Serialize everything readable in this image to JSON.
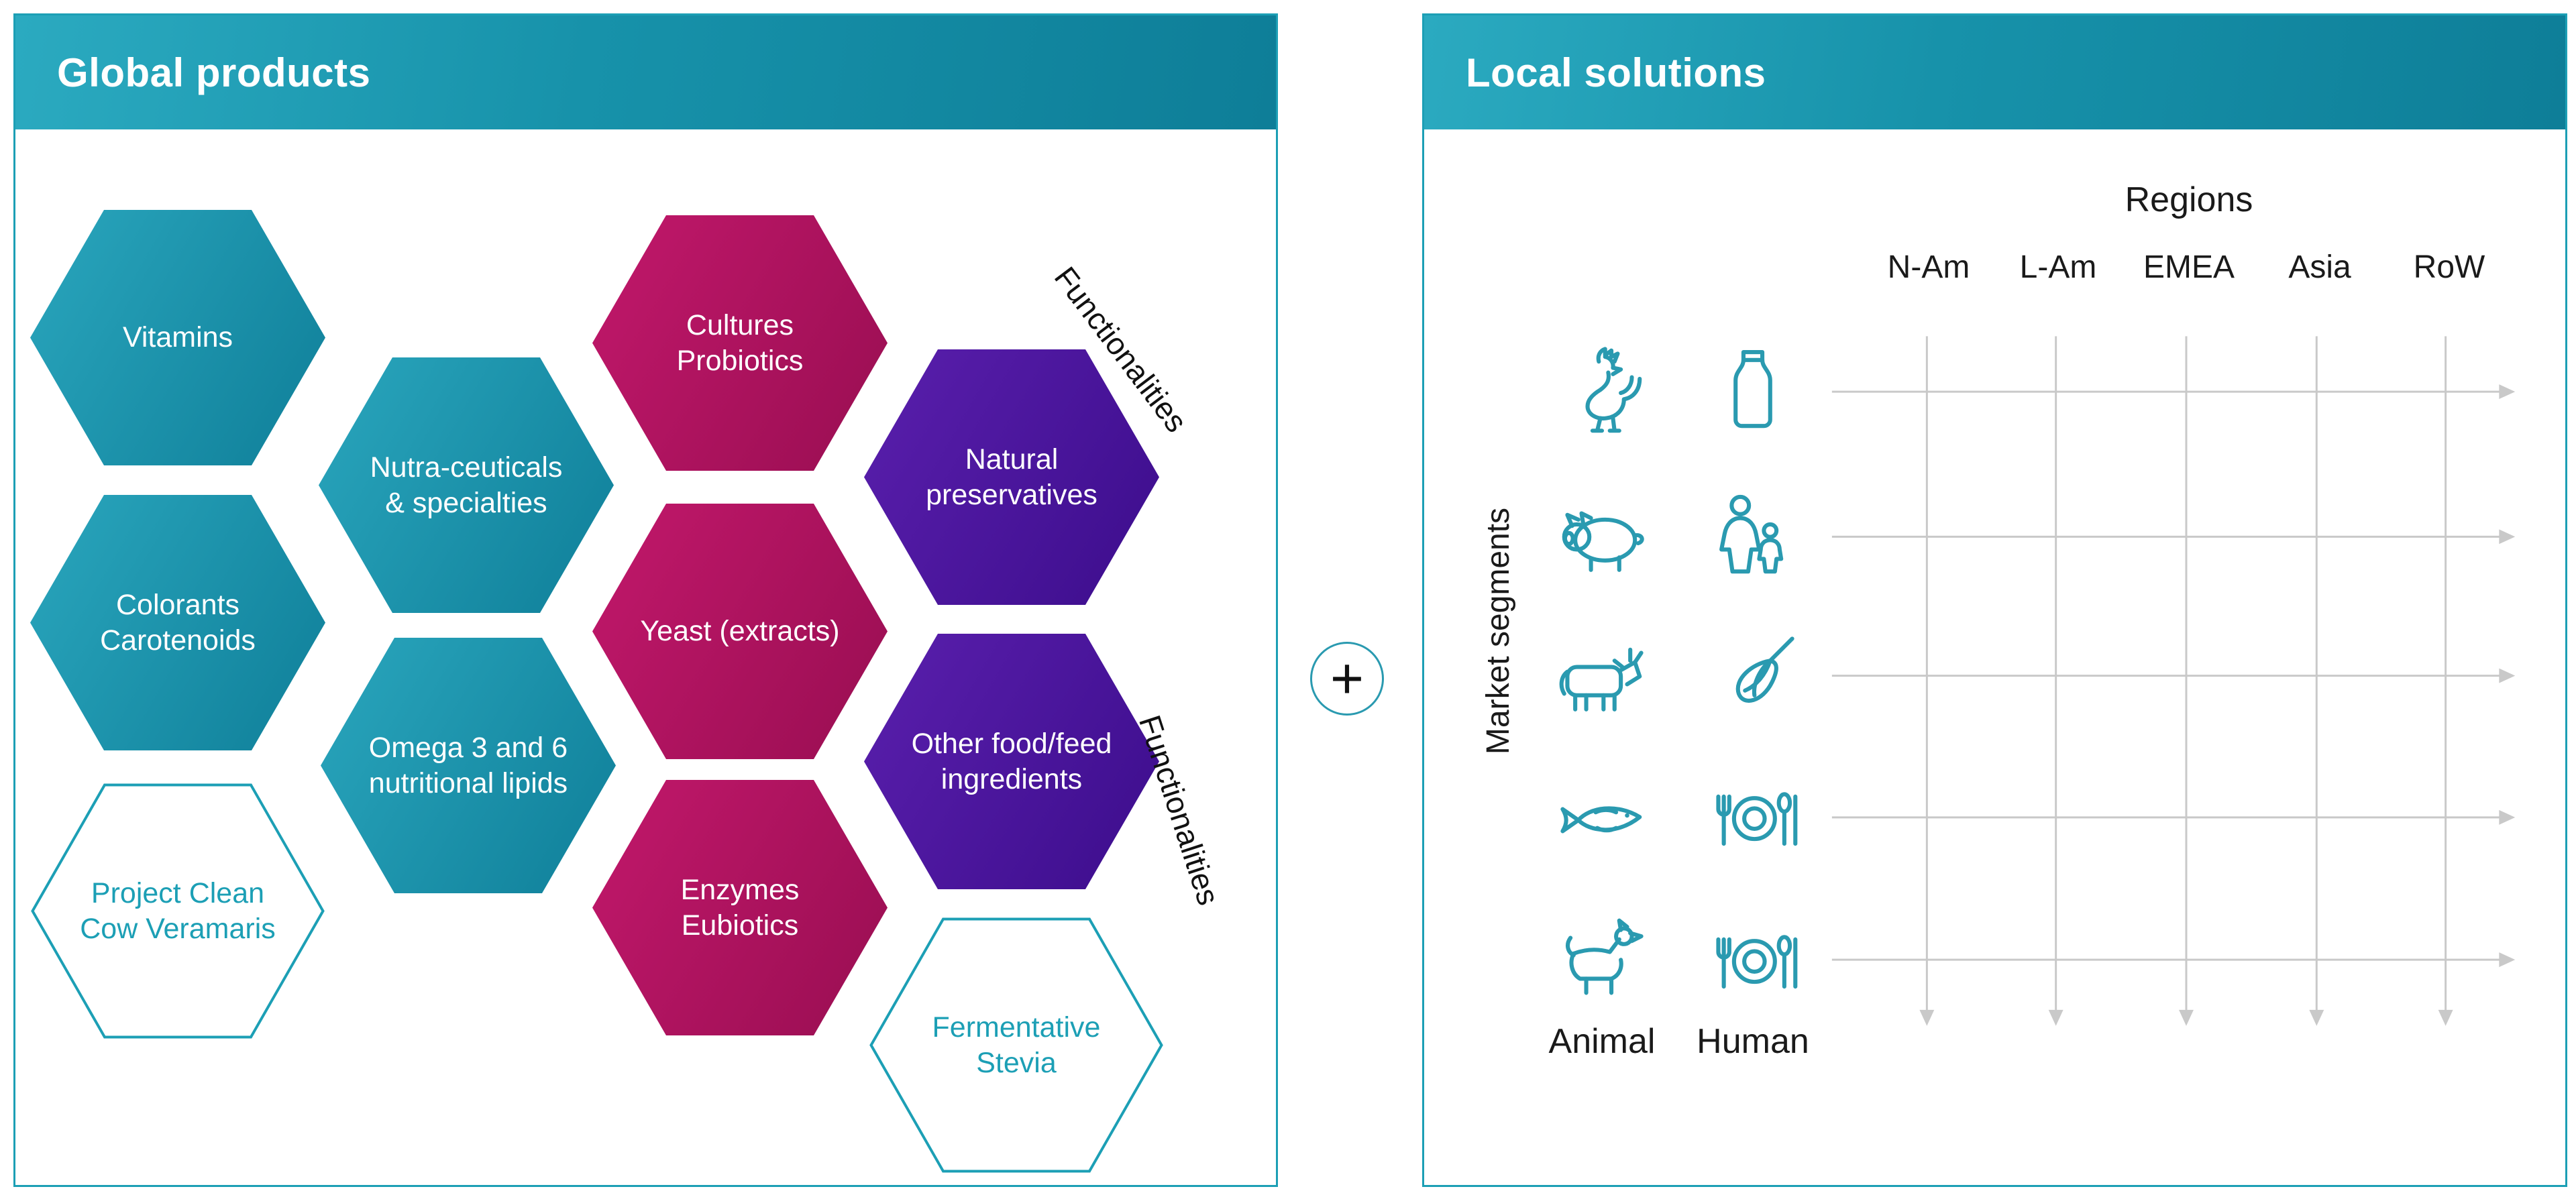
{
  "colors": {
    "header_gradient_start": "#2BAAC0",
    "header_gradient_end": "#0E7E98",
    "panel_border": "#1C9FB5",
    "hex_teal_start": "#2AA6BD",
    "hex_teal_end": "#0F7F99",
    "hex_magenta_start": "#C2186B",
    "hex_magenta_end": "#990E52",
    "hex_purple_start": "#5A1FAD",
    "hex_purple_end": "#3C0D8C",
    "outline_hex_text": "#1C9FB5",
    "grid_arrow_gray": "#C9C9C9",
    "icon_teal": "#2A9AB0",
    "text_dark": "#1A1A1A"
  },
  "left_panel": {
    "title": "Global products",
    "hexagons": [
      {
        "label": "Vitamins",
        "style": "teal"
      },
      {
        "label": "Nutra-ceuticals\n& specialties",
        "style": "teal"
      },
      {
        "label": "Colorants\nCarotenoids",
        "style": "teal"
      },
      {
        "label": "Omega 3 and 6\nnutritional lipids",
        "style": "teal"
      },
      {
        "label": "Project Clean\nCow Veramaris",
        "style": "outline"
      },
      {
        "label": "Cultures\nProbiotics",
        "style": "magenta"
      },
      {
        "label": "Yeast (extracts)",
        "style": "magenta"
      },
      {
        "label": "Enzymes\nEubiotics",
        "style": "magenta"
      },
      {
        "label": "Natural\npreservatives",
        "style": "purple"
      },
      {
        "label": "Other food/feed\ningredients",
        "style": "purple"
      },
      {
        "label": "Fermentative\nStevia",
        "style": "outline"
      }
    ],
    "functionalities_top": "Functionalities",
    "functionalities_bottom": "Functionalities"
  },
  "connector": {
    "plus": "+"
  },
  "right_panel": {
    "title": "Local solutions",
    "regions_label": "Regions",
    "region_columns": [
      "N-Am",
      "L-Am",
      "EMEA",
      "Asia",
      "RoW"
    ],
    "market_segments_label": "Market segments",
    "segment_rows": [
      {
        "animal_icon": "rooster-icon",
        "human_icon": "milk-bottle-icon"
      },
      {
        "animal_icon": "pig-icon",
        "human_icon": "mother-child-icon"
      },
      {
        "animal_icon": "cow-icon",
        "human_icon": "whisk-icon"
      },
      {
        "animal_icon": "fish-icon",
        "human_icon": "plate-cutlery-icon"
      },
      {
        "animal_icon": "dog-icon",
        "human_icon": "plate-cutlery-icon"
      }
    ],
    "animal_label": "Animal",
    "human_label": "Human"
  }
}
